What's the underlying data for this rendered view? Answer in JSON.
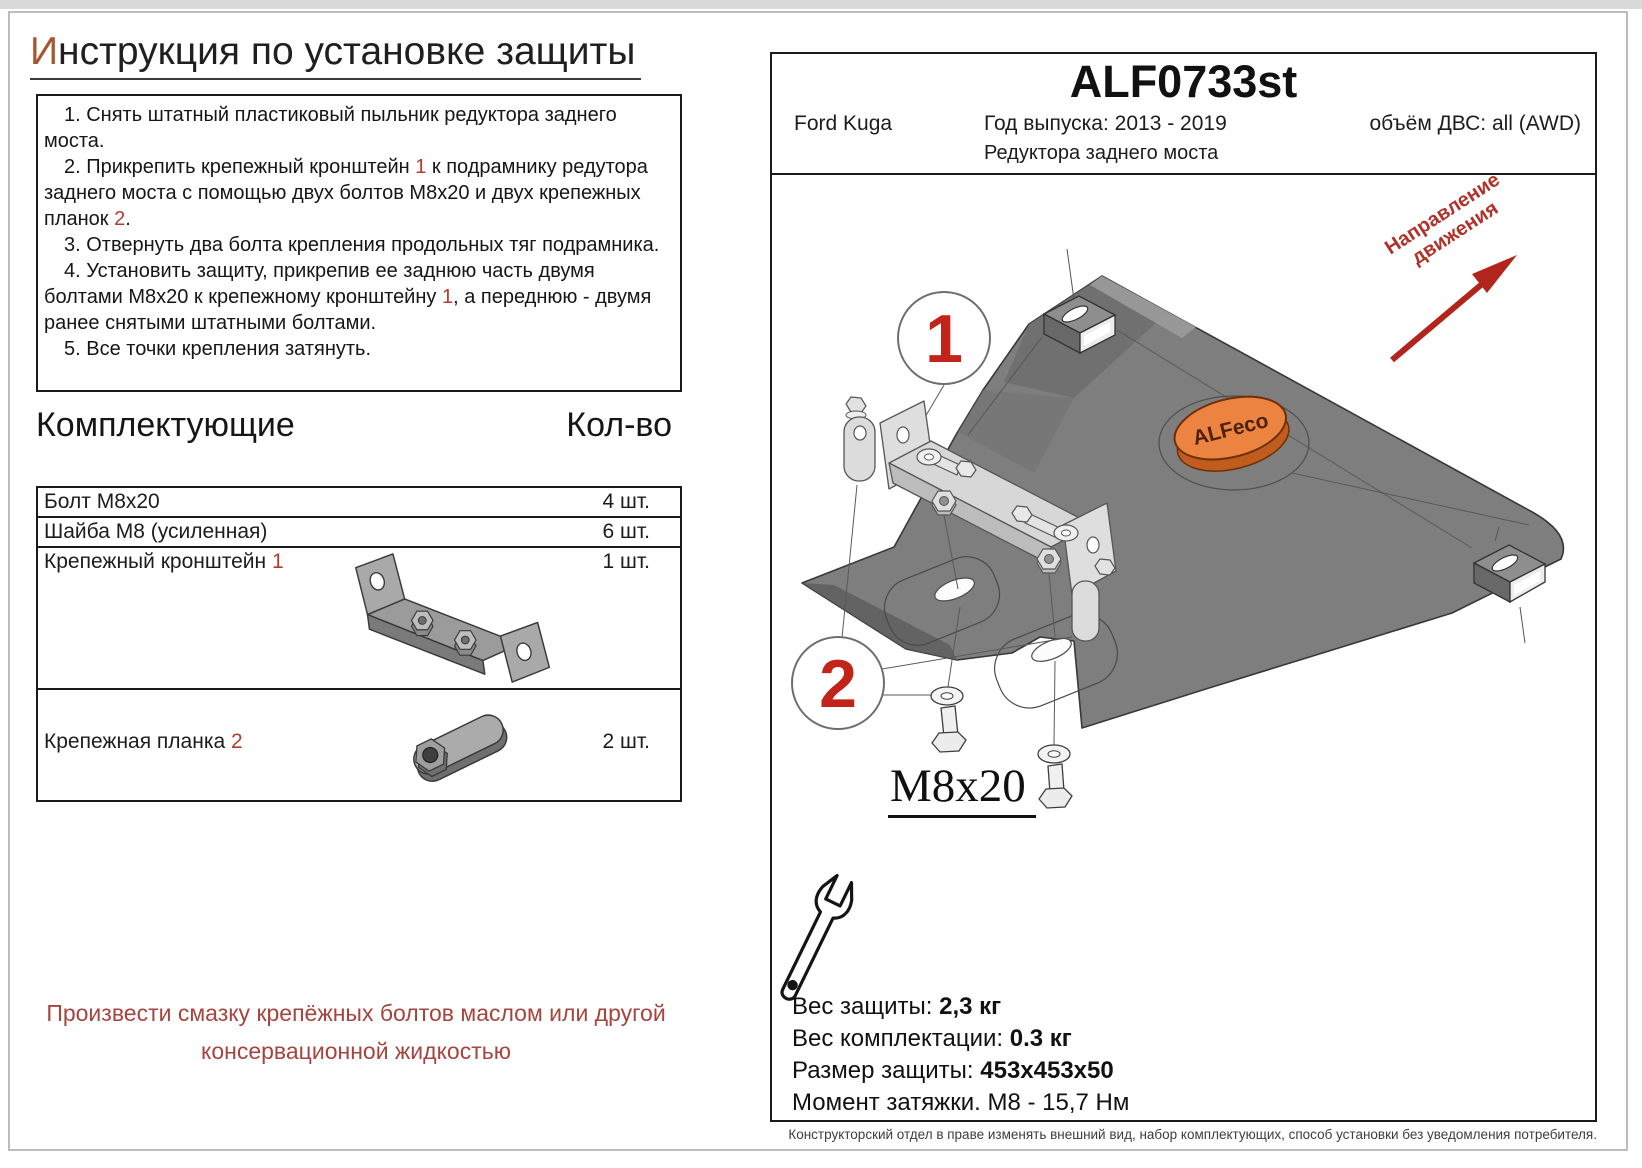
{
  "title": {
    "first_letter": "И",
    "rest": "нструкция по установке защиты"
  },
  "instructions": {
    "items": [
      [
        {
          "text": "1. Снять штатный пластиковый пыльник редуктора заднего моста."
        }
      ],
      [
        {
          "text": "2. Прикрепить крепежный кронштейн "
        },
        {
          "text": "1",
          "red": true
        },
        {
          "text": " к подрамнику редутора заднего моста с помощью двух болтов М8х20 и двух крепежных планок "
        },
        {
          "text": "2",
          "red": true
        },
        {
          "text": "."
        }
      ],
      [
        {
          "text": "3. Отвернуть два болта крепления продольных тяг подрамника."
        }
      ],
      [
        {
          "text": "4. Установить защиту, прикрепив ее заднюю часть двумя болтами М8х20 к крепежному кронштейну "
        },
        {
          "text": "1",
          "red": true
        },
        {
          "text": ", а переднюю - двумя ранее снятыми штатными болтами."
        }
      ],
      [
        {
          "text": "5. Все точки крепления затянуть."
        }
      ]
    ]
  },
  "components": {
    "heading": "Комплектующие",
    "qty_heading": "Кол-во",
    "rows": [
      {
        "name": [
          {
            "text": "Болт М8х20"
          }
        ],
        "qty": "4 шт."
      },
      {
        "name": [
          {
            "text": "Шайба М8 (усиленная)"
          }
        ],
        "qty": "6 шт."
      },
      {
        "name": [
          {
            "text": "Крепежный кронштейн "
          },
          {
            "text": "1",
            "red": true
          }
        ],
        "qty": "1 шт."
      },
      {
        "name": [
          {
            "text": "Крепежная планка "
          },
          {
            "text": "2",
            "red": true
          }
        ],
        "qty": "2 шт."
      }
    ]
  },
  "warning": "Произвести смазку крепёжных болтов маслом или другой консервационной жидкостью",
  "part_header": {
    "code": "ALF0733st",
    "vehicle": "Ford Kuga",
    "year": "Год выпуска: 2013 - 2019",
    "engine": "объём ДВС: all (AWD)",
    "subtitle": "Редуктора заднего моста"
  },
  "drawing": {
    "callout_1": "1",
    "callout_2": "2",
    "bolt_label": "М8х20",
    "direction_line1": "Направление",
    "direction_line2": "движения",
    "brand": "ALFeco"
  },
  "specs": {
    "lines": [
      {
        "label": "Вес защиты: ",
        "value": "2,3 кг",
        "bold": true
      },
      {
        "label": "Вес комплектации: ",
        "value": "0.3 кг",
        "bold": true
      },
      {
        "label": "Размер защиты: ",
        "value": "453x453x50",
        "bold": true
      },
      {
        "label": "Момент затяжки.  ",
        "value": "М8 - 15,7 Нм",
        "bold": false
      }
    ]
  },
  "footer": "Конструкторский отдел в праве изменять внешний вид, набор комплектующих, способ установки без уведомления потребителя.",
  "colors": {
    "accent_red": "#c3241a",
    "inline_red": "#b23b30",
    "warning_red": "#a6443e",
    "title_initial": "#a8552e",
    "brand_orange": "#ec8340",
    "plate_grey": "#7e7e7e"
  }
}
